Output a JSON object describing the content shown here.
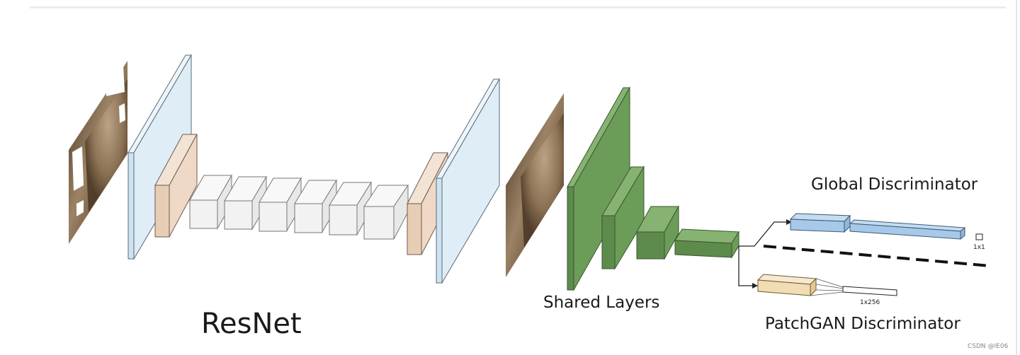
{
  "labels": {
    "resnet": "ResNet",
    "shared_layers": "Shared Layers",
    "global_discriminator": "Global Discriminator",
    "patchgan_discriminator": "PatchGAN Discriminator",
    "global_output_size": "1x1",
    "patch_output_size": "1x256",
    "watermark": "CSDN @IE06"
  },
  "colors": {
    "input_panel": "#dfedf7",
    "resnet_conv": "#efd9c6",
    "resnet_block": "#f2f2f2",
    "shared_layer": "#6b9d58",
    "global_branch": "#a7c9e9",
    "patch_branch": "#f2dcb3",
    "photo_dark": "#4f3a28",
    "photo_mid": "#8a6f52"
  },
  "icons": {
    "input_image": "masked-photo-icon",
    "output_image": "photo-icon"
  }
}
